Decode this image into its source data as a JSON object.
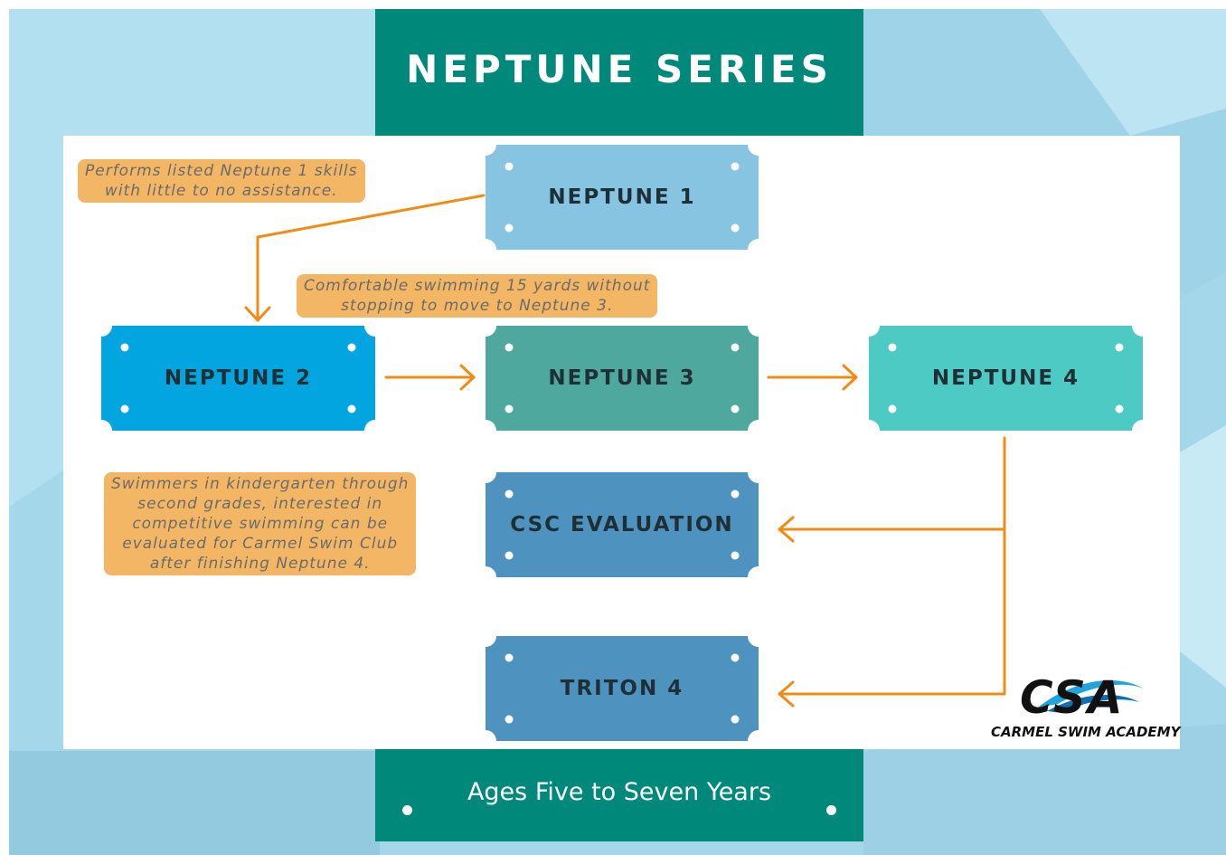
{
  "header": {
    "title": "NEPTUNE SERIES"
  },
  "footer": {
    "subtitle": "Ages Five to Seven Years"
  },
  "levels": {
    "neptune1": "NEPTUNE 1",
    "neptune2": "NEPTUNE 2",
    "neptune3": "NEPTUNE 3",
    "neptune4": "NEPTUNE 4",
    "csc_evaluation": "CSC EVALUATION",
    "triton4": "TRITON 4"
  },
  "notes": {
    "neptune1_note": [
      "Performs listed Neptune 1 skills",
      "with little to no assistance."
    ],
    "neptune2_note": [
      "Comfortable swimming 15 yards without",
      "stopping to move to Neptune 3."
    ],
    "csc_note": [
      "Swimmers in kindergarten through",
      "second grades, interested in",
      "competitive swimming can be",
      "evaluated for Carmel Swim Club",
      "after finishing Neptune 4."
    ]
  },
  "logo": {
    "letters": "CSA",
    "name": "CARMEL SWIM ACADEMY"
  },
  "colors": {
    "banner": "#00897b",
    "neptune1": "#87c4e1",
    "neptune2": "#03a5e0",
    "neptune3": "#4ea89e",
    "neptune4": "#4ecac4",
    "evaluation": "#4e93c0",
    "arrow": "#f08c14",
    "note": "#f3b664"
  }
}
